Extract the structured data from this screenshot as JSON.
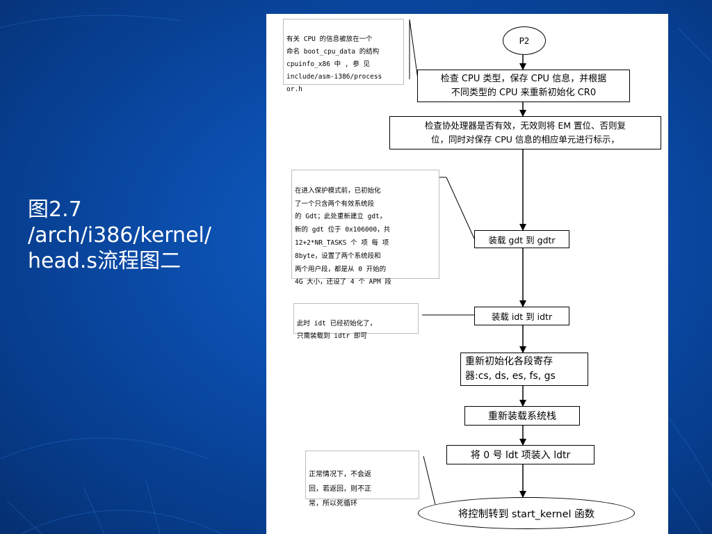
{
  "slide": {
    "caption_lines": [
      "图2.7",
      "/arch/i386/kernel/",
      "head.s流程图二"
    ],
    "colors": {
      "background": "#0a4aa6",
      "caption_text": "#ffffff",
      "flowchart_bg": "#ffffff"
    }
  },
  "chart_data": {
    "type": "flowchart",
    "nodes": [
      {
        "id": "p2",
        "shape": "oval",
        "text": "P2"
      },
      {
        "id": "check_cpu",
        "shape": "rect",
        "text": "检查 CPU 类型，保存 CPU 信息，并根据\n不同类型的 CPU 来重新初始化 CR0"
      },
      {
        "id": "check_fpu",
        "shape": "rect",
        "text": "检查协处理器是否有效，无效则将 EM 置位、否则复\n位，同时对保存 CPU 信息的相应单元进行标示，"
      },
      {
        "id": "load_gdt",
        "shape": "rect",
        "text": "装载 gdt 到 gdtr"
      },
      {
        "id": "load_idt",
        "shape": "rect",
        "text": "装载 idt 到 idtr"
      },
      {
        "id": "reinit_seg",
        "shape": "rect",
        "text": "重新初始化各段寄存\n器:cs, ds, es, fs, gs"
      },
      {
        "id": "reload_stack",
        "shape": "rect",
        "text": "重新装载系统栈"
      },
      {
        "id": "load_ldt",
        "shape": "rect",
        "text": "将 0 号 ldt 项装入 ldtr"
      },
      {
        "id": "start_kernel",
        "shape": "oval",
        "text": "将控制转到  start_kernel 函数"
      }
    ],
    "edges": [
      [
        "p2",
        "check_cpu"
      ],
      [
        "check_cpu",
        "check_fpu"
      ],
      [
        "check_fpu",
        "load_gdt"
      ],
      [
        "load_gdt",
        "load_idt"
      ],
      [
        "load_idt",
        "reinit_seg"
      ],
      [
        "reinit_seg",
        "reload_stack"
      ],
      [
        "reload_stack",
        "load_ldt"
      ],
      [
        "load_ldt",
        "start_kernel"
      ]
    ],
    "annotations": [
      {
        "attached_to": "check_cpu",
        "text": "有关 CPU 的信息被放在一个\n命名 boot_cpu_data 的结构\ncpuinfo_x86  中 , 参 见\ninclude/asm-i386/process\nor.h"
      },
      {
        "attached_to": "load_gdt",
        "text": "在进入保护模式前，已初始化\n了一个只含两个有效系统段\n的 Gdt；此处重新建立 gdt，\n新的 gdt 位于 0x106000，共\n12+2*NR_TASKS  个 项 每 项\n8byte，设置了两个系统段和\n两个用户段，都是从 0 开始的\n4G 大小，还设了 4 个 APM 段"
      },
      {
        "attached_to": "load_idt",
        "text": "此时 idt 已经初始化了，\n只需装载到 idtr 即可"
      },
      {
        "attached_to": "start_kernel",
        "text": "正常情况下，不会返\n回，若返回，则不正\n常，所以死循环"
      }
    ]
  }
}
